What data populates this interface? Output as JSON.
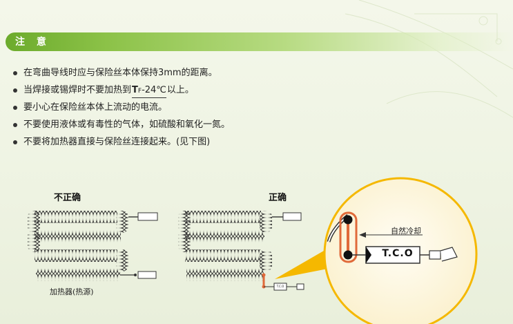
{
  "header": {
    "title": "注 意",
    "bar_color": "#7ab83a"
  },
  "bullets": [
    {
      "text": "在弯曲导线时应与保险丝本体保持3mm的距离。"
    },
    {
      "pre": "当焊接或锡焊时不要加热到",
      "temp_main": "T",
      "temp_sub": "F",
      "temp_rest": "-24℃",
      "post": "以上。"
    },
    {
      "text": "要小心在保险丝本体上流动的电流。"
    },
    {
      "text": "不要使用液体或有毒性的气体，如硫酸和氧化一氮。"
    },
    {
      "text": "不要将加热器直接与保险丝连接起来。(见下图)"
    }
  ],
  "diagram": {
    "incorrect_label": "不正确",
    "correct_label": "正确",
    "heater_caption": "加热器(热源)",
    "cooling_label": "自然冷却",
    "tco_label": "T.C.O",
    "tco_small_label": "T.C.O",
    "highlight_color": "#e06a3a",
    "callout_color": "#f5b800"
  }
}
